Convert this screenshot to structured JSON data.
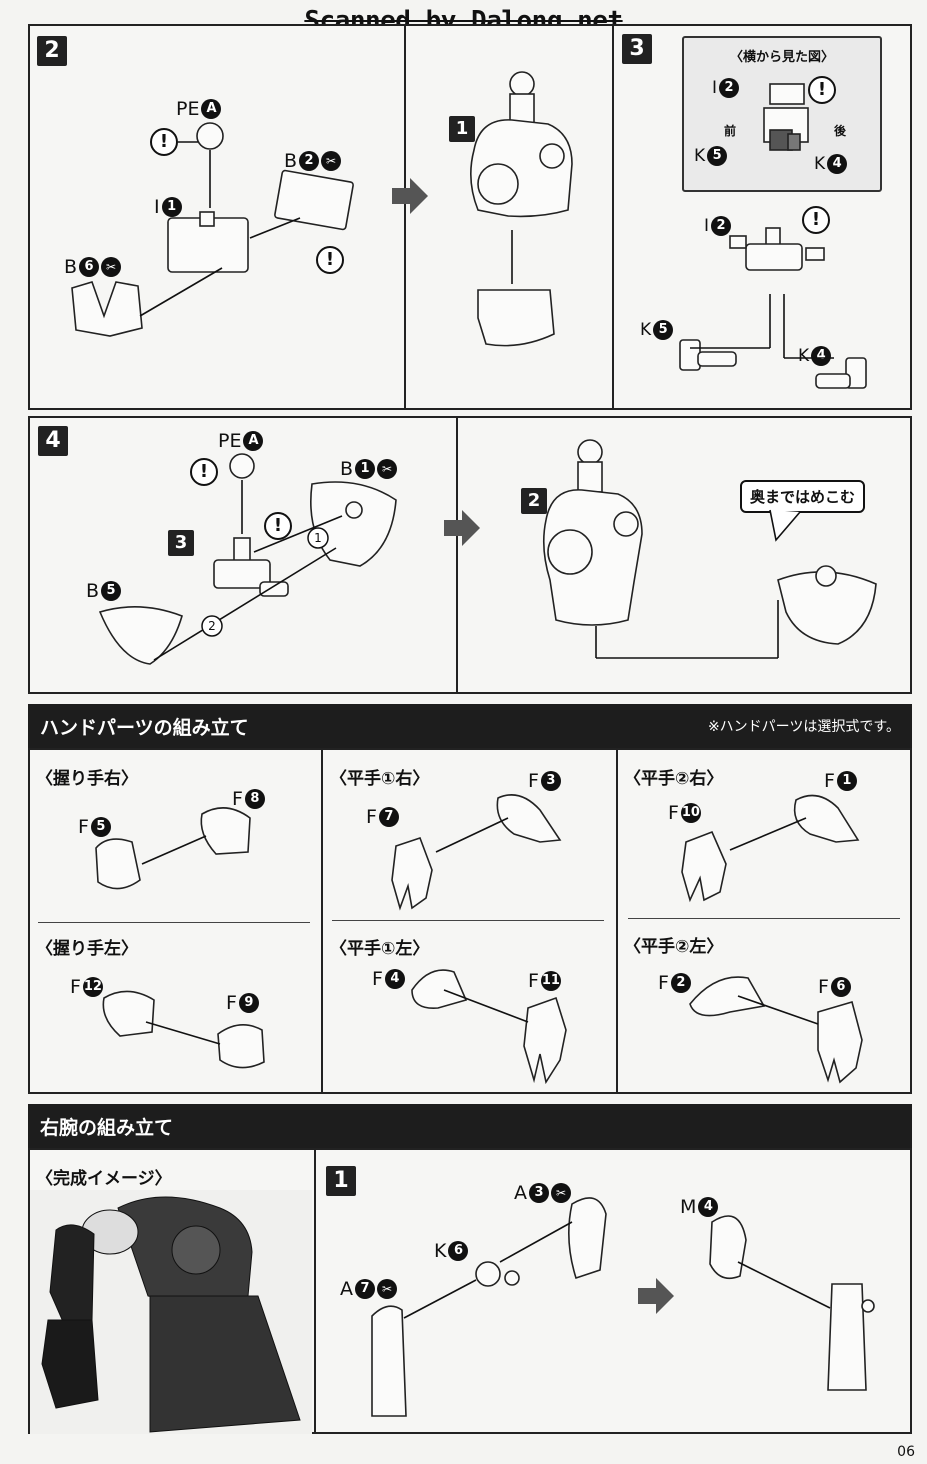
{
  "watermark": "Scanned by Dalong.net",
  "page_number": "06",
  "steps": {
    "s2": {
      "num": "2",
      "result_num": "1",
      "labels": {
        "pe": "PE",
        "pe_id": "A",
        "b2": "B",
        "b2_id": "2",
        "i1": "I",
        "i1_id": "1",
        "b6": "B",
        "b6_id": "6"
      }
    },
    "s3": {
      "num": "3",
      "side_view_title": "〈横から見た図〉",
      "front": "前",
      "back": "後",
      "labels": {
        "i2": "I",
        "i2_id": "2",
        "k5": "K",
        "k5_id": "5",
        "k4": "K",
        "k4_id": "4"
      }
    },
    "s4": {
      "num": "4",
      "sub_ref": "3",
      "result_num": "2",
      "callout": "奥まではめこむ",
      "order1": "1",
      "order2": "2",
      "labels": {
        "pe": "PE",
        "pe_id": "A",
        "b1": "B",
        "b1_id": "1",
        "b5": "B",
        "b5_id": "5"
      }
    }
  },
  "hand": {
    "title": "ハンドパーツの組み立て",
    "note": "※ハンドパーツは選択式です。",
    "cells": [
      {
        "title": "〈握り手右〉",
        "a": "F",
        "a_id": "5",
        "b": "F",
        "b_id": "8"
      },
      {
        "title": "〈平手①右〉",
        "a": "F",
        "a_id": "7",
        "b": "F",
        "b_id": "3"
      },
      {
        "title": "〈平手②右〉",
        "a": "F",
        "a_id": "10",
        "b": "F",
        "b_id": "1"
      },
      {
        "title": "〈握り手左〉",
        "a": "F",
        "a_id": "12",
        "b": "F",
        "b_id": "9"
      },
      {
        "title": "〈平手①左〉",
        "a": "F",
        "a_id": "4",
        "b": "F",
        "b_id": "11"
      },
      {
        "title": "〈平手②左〉",
        "a": "F",
        "a_id": "2",
        "b": "F",
        "b_id": "6"
      }
    ]
  },
  "arm": {
    "title": "右腕の組み立て",
    "image_title": "〈完成イメージ〉",
    "step_num": "1",
    "labels": {
      "a3": "A",
      "a3_id": "3",
      "k6": "K",
      "k6_id": "6",
      "a7": "A",
      "a7_id": "7",
      "m4": "M",
      "m4_id": "4"
    }
  },
  "icons": {
    "warning": "!",
    "gate": "✂"
  },
  "colors": {
    "ink": "#111111",
    "header": "#1d1d1d",
    "arrow": "#555555",
    "paper": "#f4f4f2"
  }
}
